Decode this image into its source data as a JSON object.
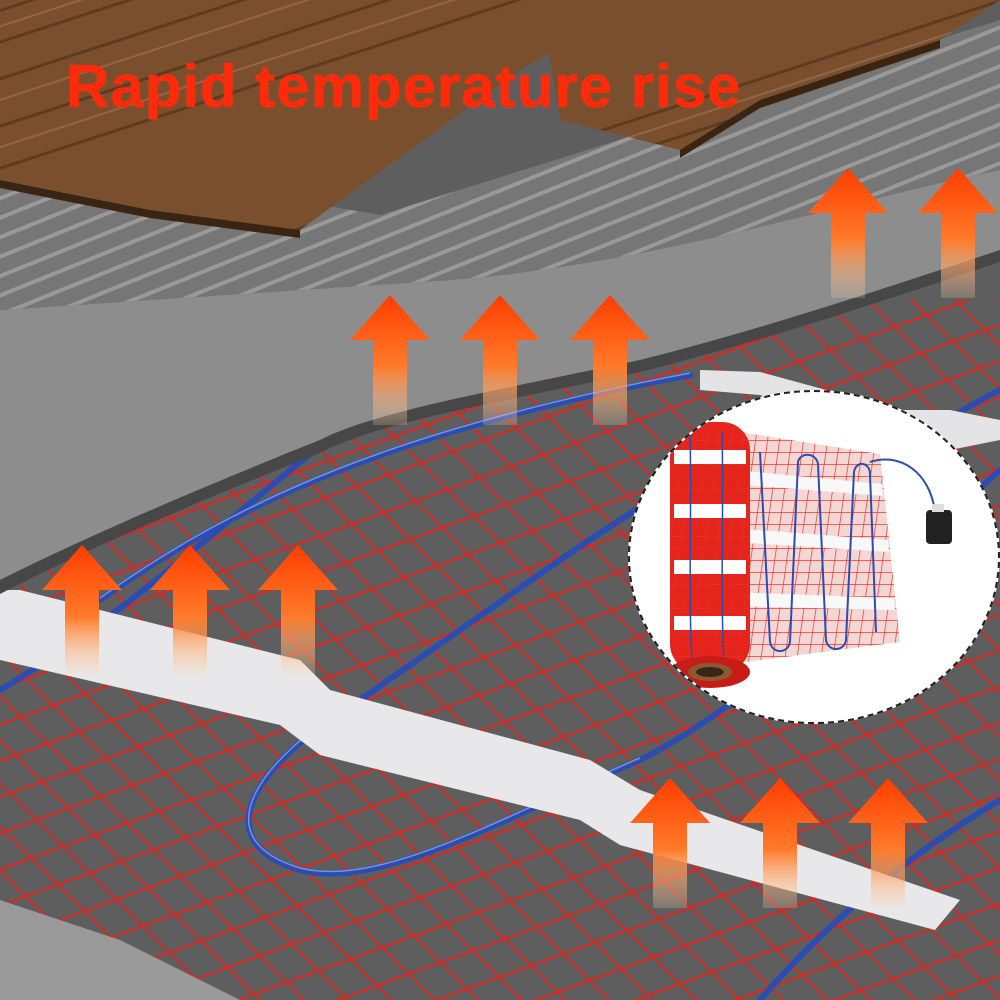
{
  "headline": {
    "text": "Rapid temperature rise",
    "color": "#ff2a0a"
  },
  "colors": {
    "wood_plank": "#7a4f2e",
    "adhesive_grey": "#8d8d8d",
    "heating_mesh": "#e8201a",
    "heating_cable": "#2b4cb0",
    "arrow_top": "#ff3d00",
    "arrow_bottom": "#ffd9b0"
  },
  "icons": {
    "heat_arrow": "up-arrow-icon",
    "product_inset": "heating-mat-roll-image"
  },
  "heat_arrow_count": 11
}
